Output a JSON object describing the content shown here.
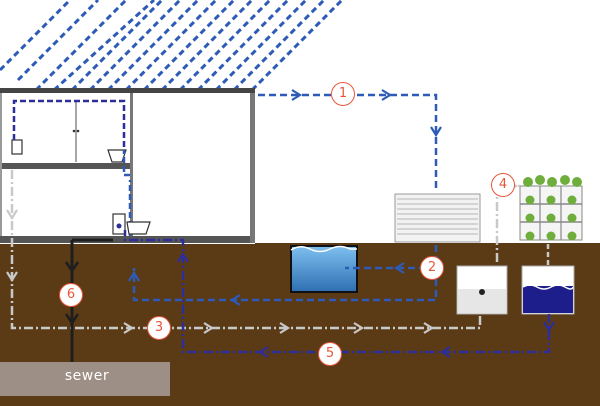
{
  "diagram": {
    "sewer_label": "sewer",
    "flow_markers": [
      "1",
      "2",
      "3",
      "4",
      "5",
      "6"
    ]
  },
  "colors": {
    "soil": "#5b3b16",
    "rain": "#2d5bb7",
    "greywater": "#c9c9c9",
    "blackwater": "#1e1e1e",
    "recycled": "#2e2e9a",
    "marker": "#e8563a",
    "tank_water": "#4a9ad6",
    "sewer_block": "#9e8f86"
  }
}
